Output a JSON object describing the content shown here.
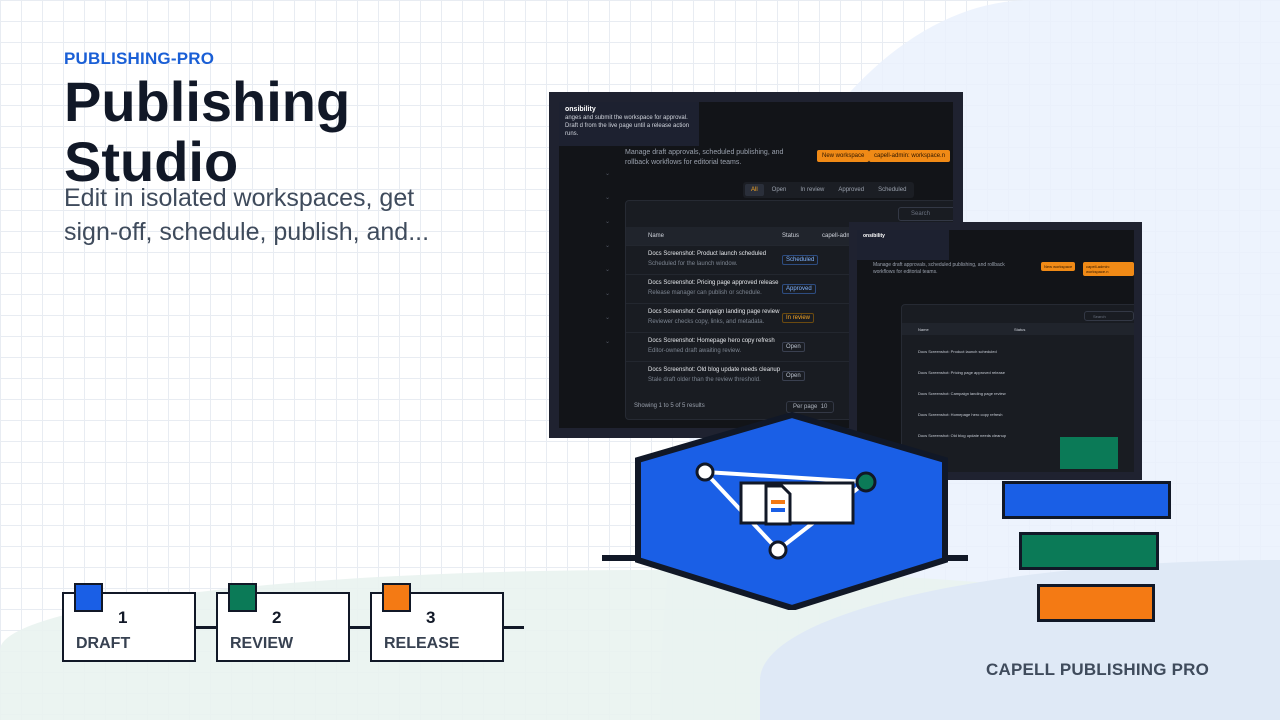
{
  "hero": {
    "kicker": "PUBLISHING-PRO",
    "title": "Publishing Studio",
    "subtitle": "Edit in isolated workspaces, get sign-off, schedule, publish, and..."
  },
  "screenshot": {
    "banner_title": "onsibility",
    "banner_text": "anges and submit the workspace for approval. Draft d from the live page until a release action runs.",
    "description": "Manage draft approvals, scheduled publishing, and rollback workflows for editorial teams.",
    "new_workspace_label": "New workspace",
    "workspace_badge": "capell-admin: workspace.n",
    "tabs": [
      "All",
      "Open",
      "In review",
      "Approved",
      "Scheduled"
    ],
    "search_placeholder": "Search",
    "columns": [
      "Name",
      "Status",
      "capell-admi"
    ],
    "rows": [
      {
        "title": "Docs Screenshot: Product launch scheduled",
        "sub": "Scheduled for the launch window.",
        "status": "Scheduled",
        "status_class": "sched"
      },
      {
        "title": "Docs Screenshot: Pricing page approved release",
        "sub": "Release manager can publish or schedule.",
        "status": "Approved",
        "status_class": "appr"
      },
      {
        "title": "Docs Screenshot: Campaign landing page review",
        "sub": "Reviewer checks copy, links, and metadata.",
        "status": "In review",
        "status_class": "rev"
      },
      {
        "title": "Docs Screenshot: Homepage hero copy refresh",
        "sub": "Editor-owned draft awaiting review.",
        "status": "Open",
        "status_class": ""
      },
      {
        "title": "Docs Screenshot: Old blog update needs cleanup",
        "sub": "Stale draft older than the review threshold.",
        "status": "Open",
        "status_class": ""
      }
    ],
    "footer": "Showing 1 to 5 of 5 results",
    "per_page_label": "Per page",
    "per_page_value": "10"
  },
  "steps": [
    {
      "number": "1",
      "label": "DRAFT",
      "color": "#1a5fe6"
    },
    {
      "number": "2",
      "label": "REVIEW",
      "color": "#0b7a57"
    },
    {
      "number": "3",
      "label": "RELEASE",
      "color": "#f47a14"
    }
  ],
  "brand": "CAPELL PUBLISHING PRO",
  "colors": {
    "accent_blue": "#1a5fe6",
    "accent_green": "#0b7a57",
    "accent_orange": "#f47a14",
    "ink": "#111827"
  }
}
